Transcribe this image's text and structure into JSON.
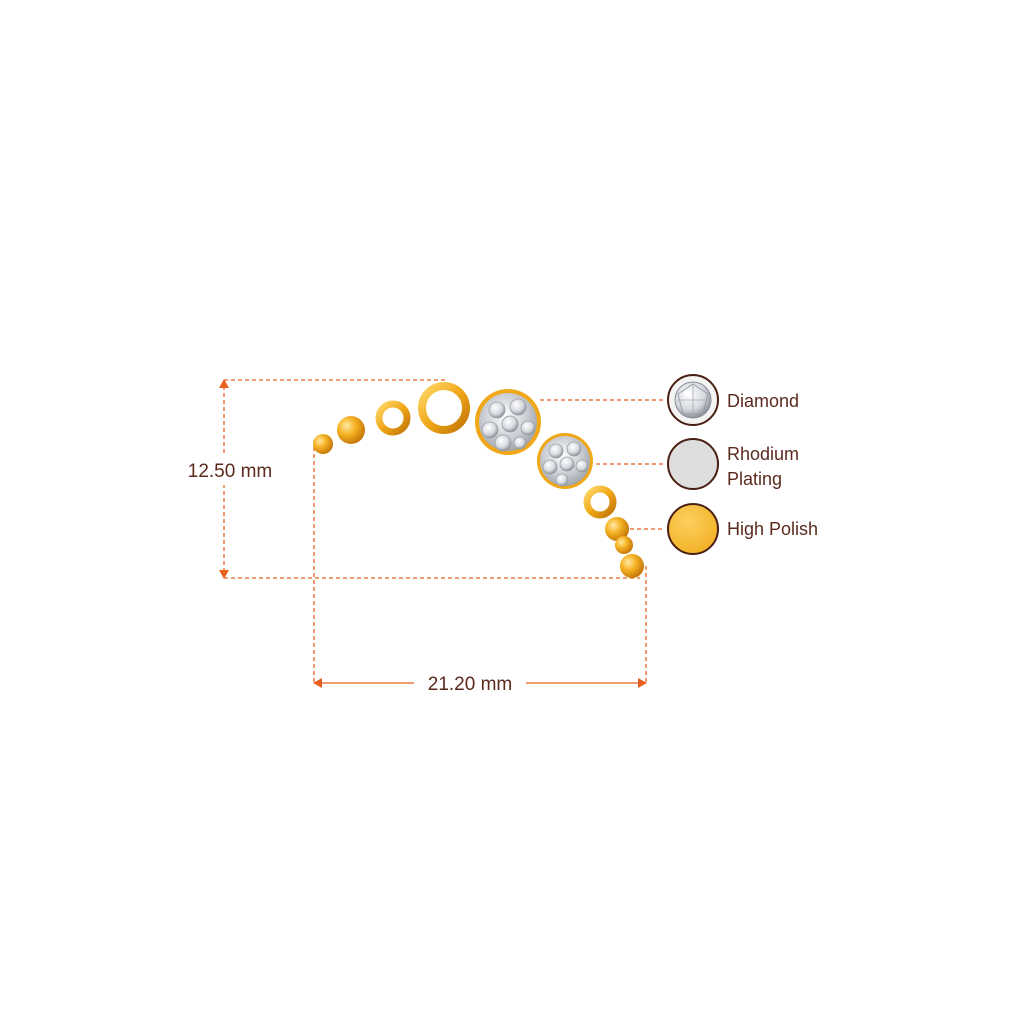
{
  "dimensions": {
    "height_label": "12.50 mm",
    "width_label": "21.20 mm"
  },
  "legend": {
    "diamond": {
      "label": "Diamond",
      "icon": "diamond-icon"
    },
    "rhodium": {
      "label_line1": "Rhodium",
      "label_line2": "Plating",
      "icon": "rhodium-swatch-icon",
      "color": "#dedede"
    },
    "polish": {
      "label": "High Polish",
      "icon": "high-polish-swatch-icon",
      "color": "#f6b92c"
    }
  },
  "colors": {
    "dimension_line": "#e8601f",
    "text": "#5b2a1e",
    "gold": "#f0a818",
    "gold_dark": "#c97d08",
    "swatch_border": "#4a1f14"
  }
}
